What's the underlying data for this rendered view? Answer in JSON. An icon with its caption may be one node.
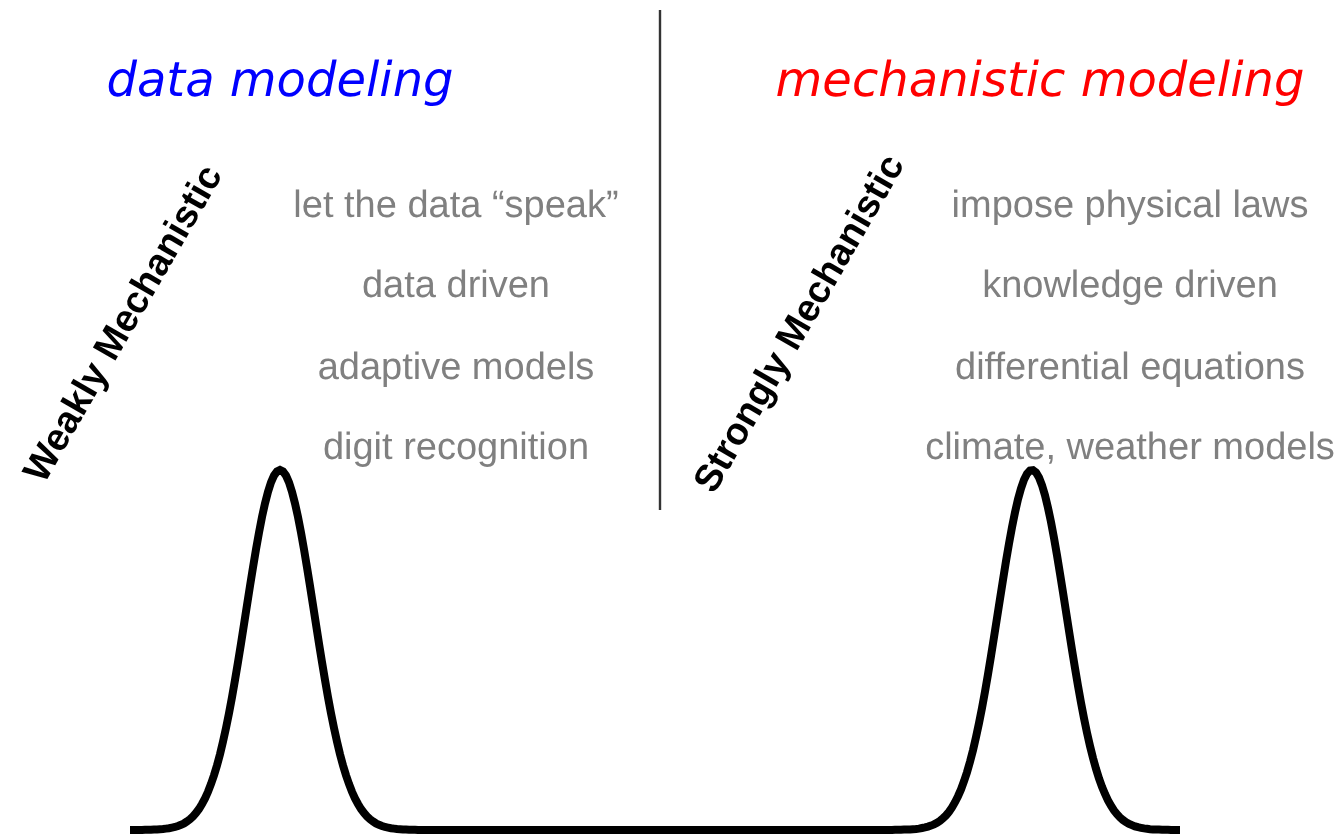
{
  "diagram": {
    "labels": [
      "data modeling",
      "let the data “speak”",
      "data driven",
      "adaptive models",
      "digit recognition",
      "Weakly Mechanistic",
      "mechanistic modeling",
      "impose physical laws",
      "knowledge driven",
      "differential equations",
      "climate, weather models",
      "Strongly Mechanistic"
    ]
  }
}
